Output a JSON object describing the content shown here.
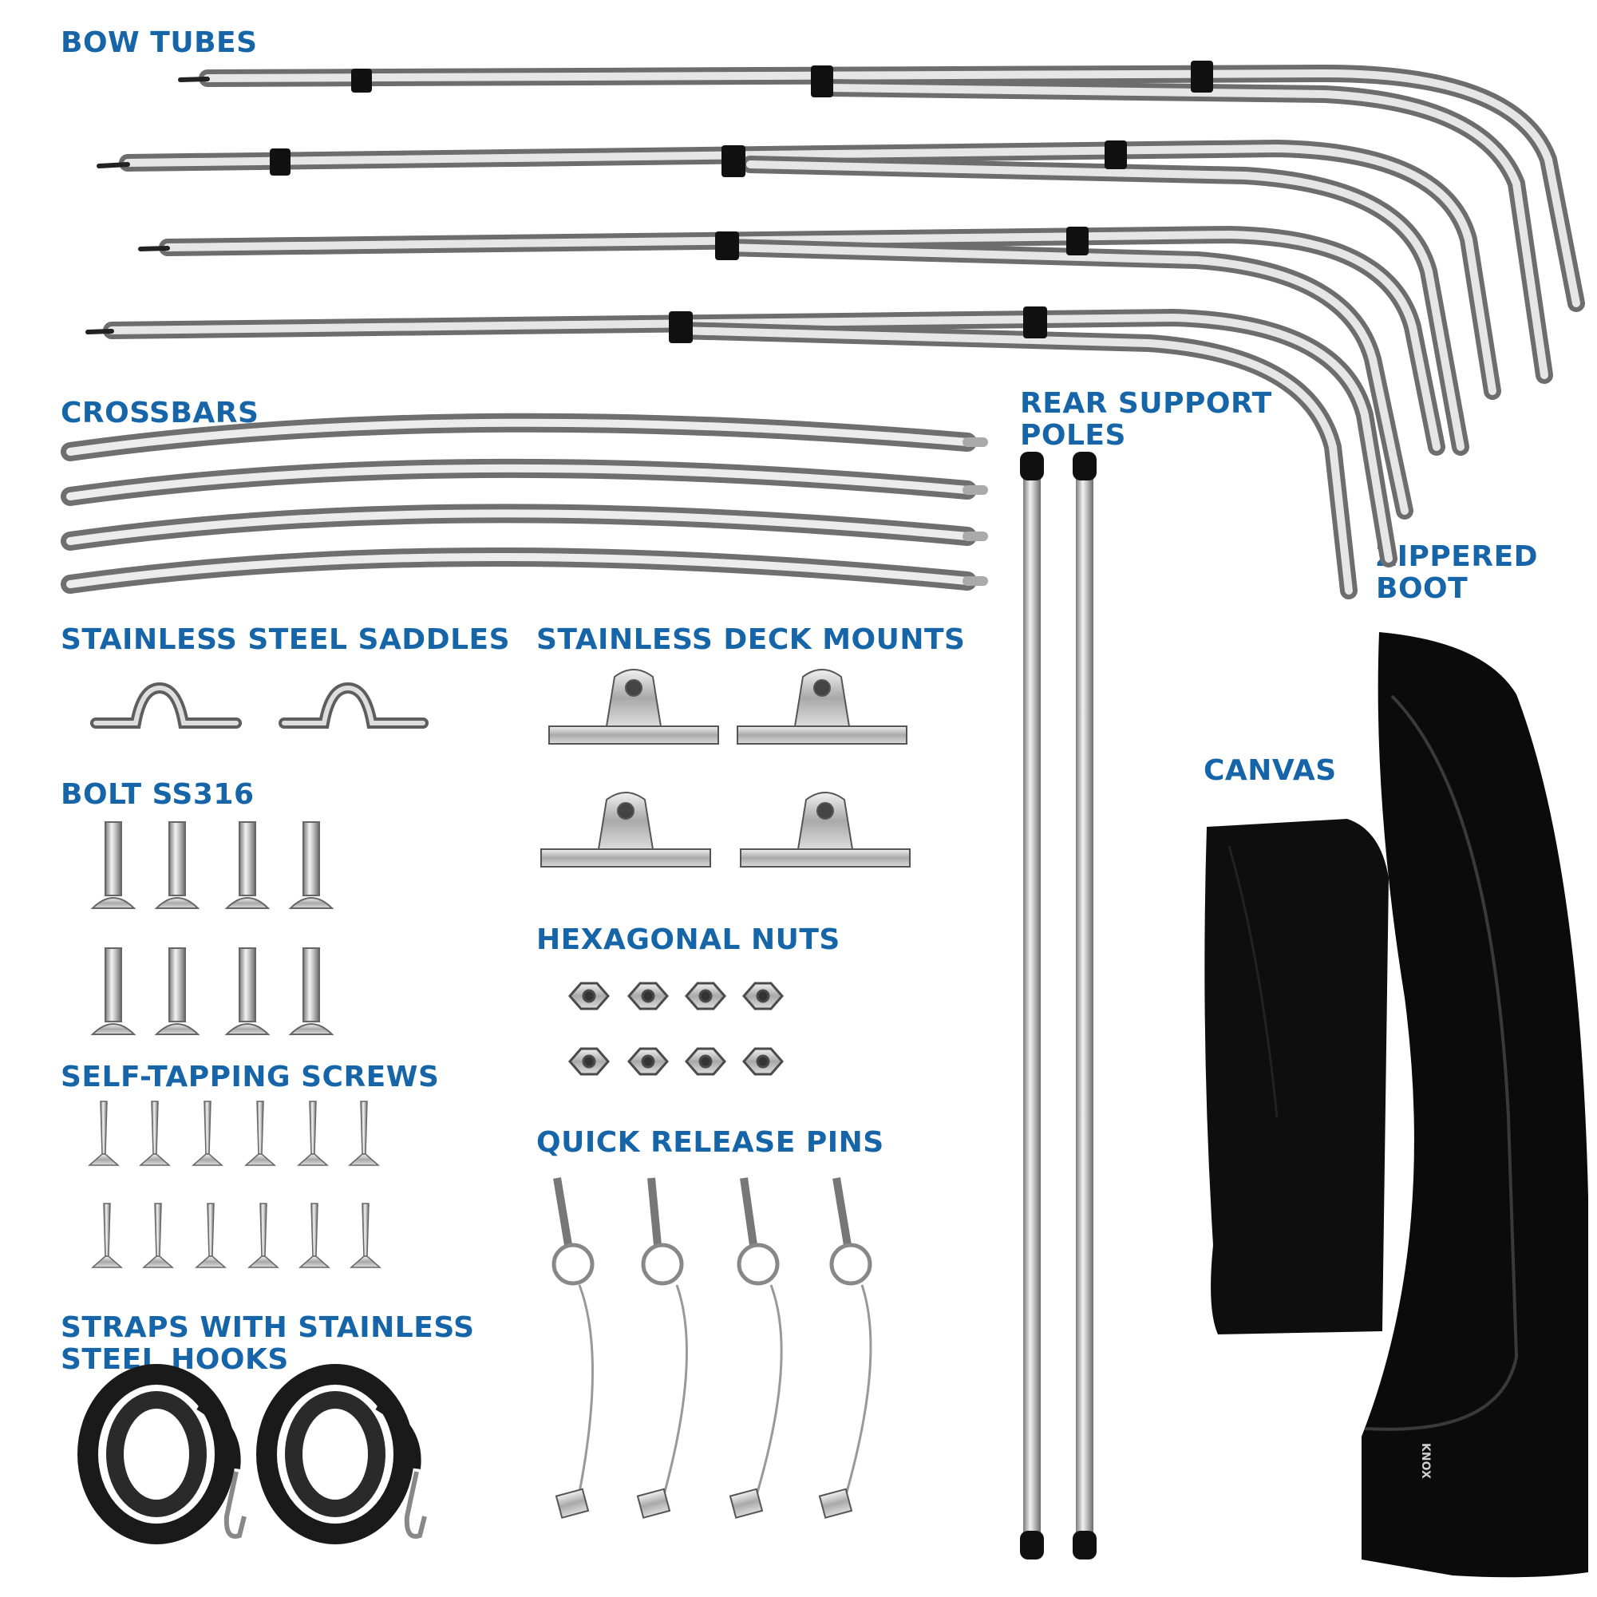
{
  "labels": {
    "bow_tubes": "BOW TUBES",
    "crossbars": "CROSSBARS",
    "rear_support_line1": "REAR SUPPORT",
    "rear_support_line2": "POLES",
    "zippered_line1": "ZIPPERED",
    "zippered_line2": "BOOT",
    "saddles": "STAINLESS STEEL SADDLES",
    "deck_mounts": "STAINLESS DECK MOUNTS",
    "canvas": "CANVAS",
    "bolt": "BOLT SS316",
    "hex_nuts": "HEXAGONAL NUTS",
    "self_tapping": "SELF-TAPPING SCREWS",
    "quick_release": "QUICK RELEASE PINS",
    "straps_line1": "STRAPS WITH STAINLESS",
    "straps_line2": "STEEL HOOKS"
  },
  "brand_mark": "KNOX",
  "colors": {
    "label": "#1565a8",
    "metal": "#c8c8c8",
    "black": "#0d0d0d"
  }
}
